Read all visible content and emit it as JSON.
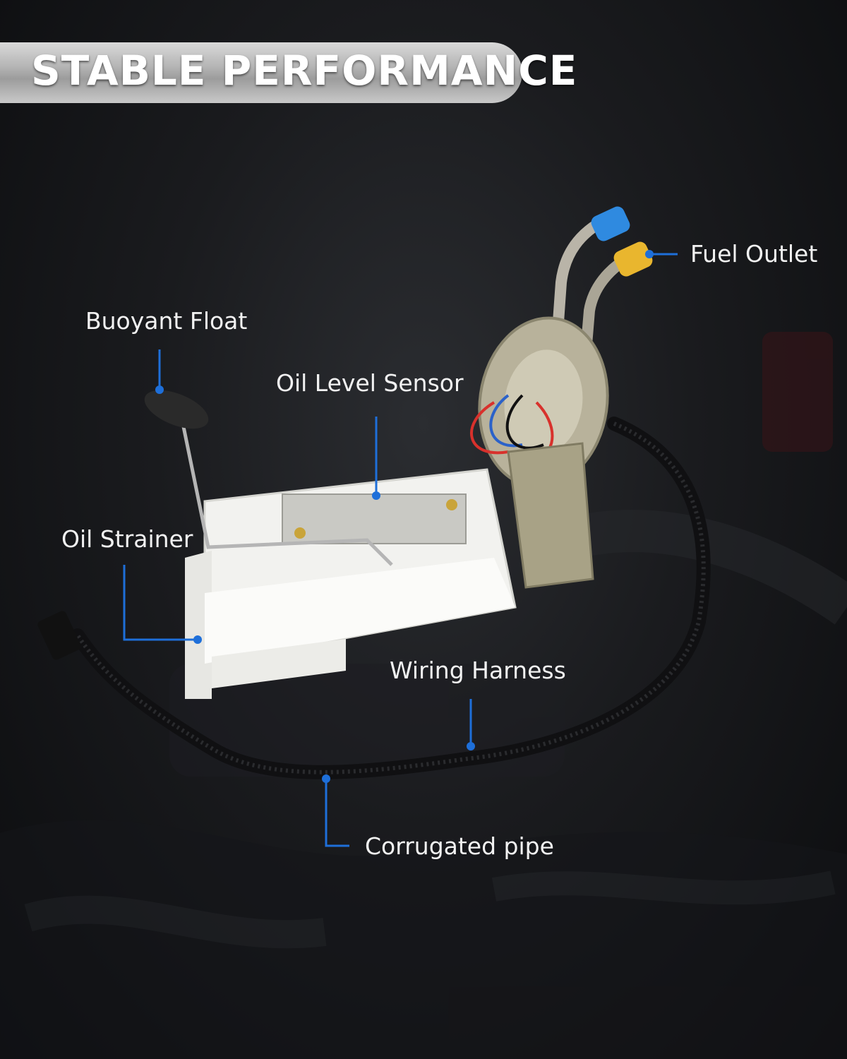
{
  "banner": {
    "title": "STABLE PERFORMANCE"
  },
  "callouts": {
    "fuel_outlet": "Fuel Outlet",
    "buoyant_float": "Buoyant Float",
    "oil_level_sensor": "Oil Level Sensor",
    "oil_strainer": "Oil Strainer",
    "wiring_harness": "Wiring Harness",
    "corrugated_pipe": "Corrugated pipe"
  },
  "colors": {
    "leader": "#1e6fd9",
    "background": "#1a1b1e",
    "banner": "#bdbdbd",
    "text": "#f2f2f2"
  }
}
